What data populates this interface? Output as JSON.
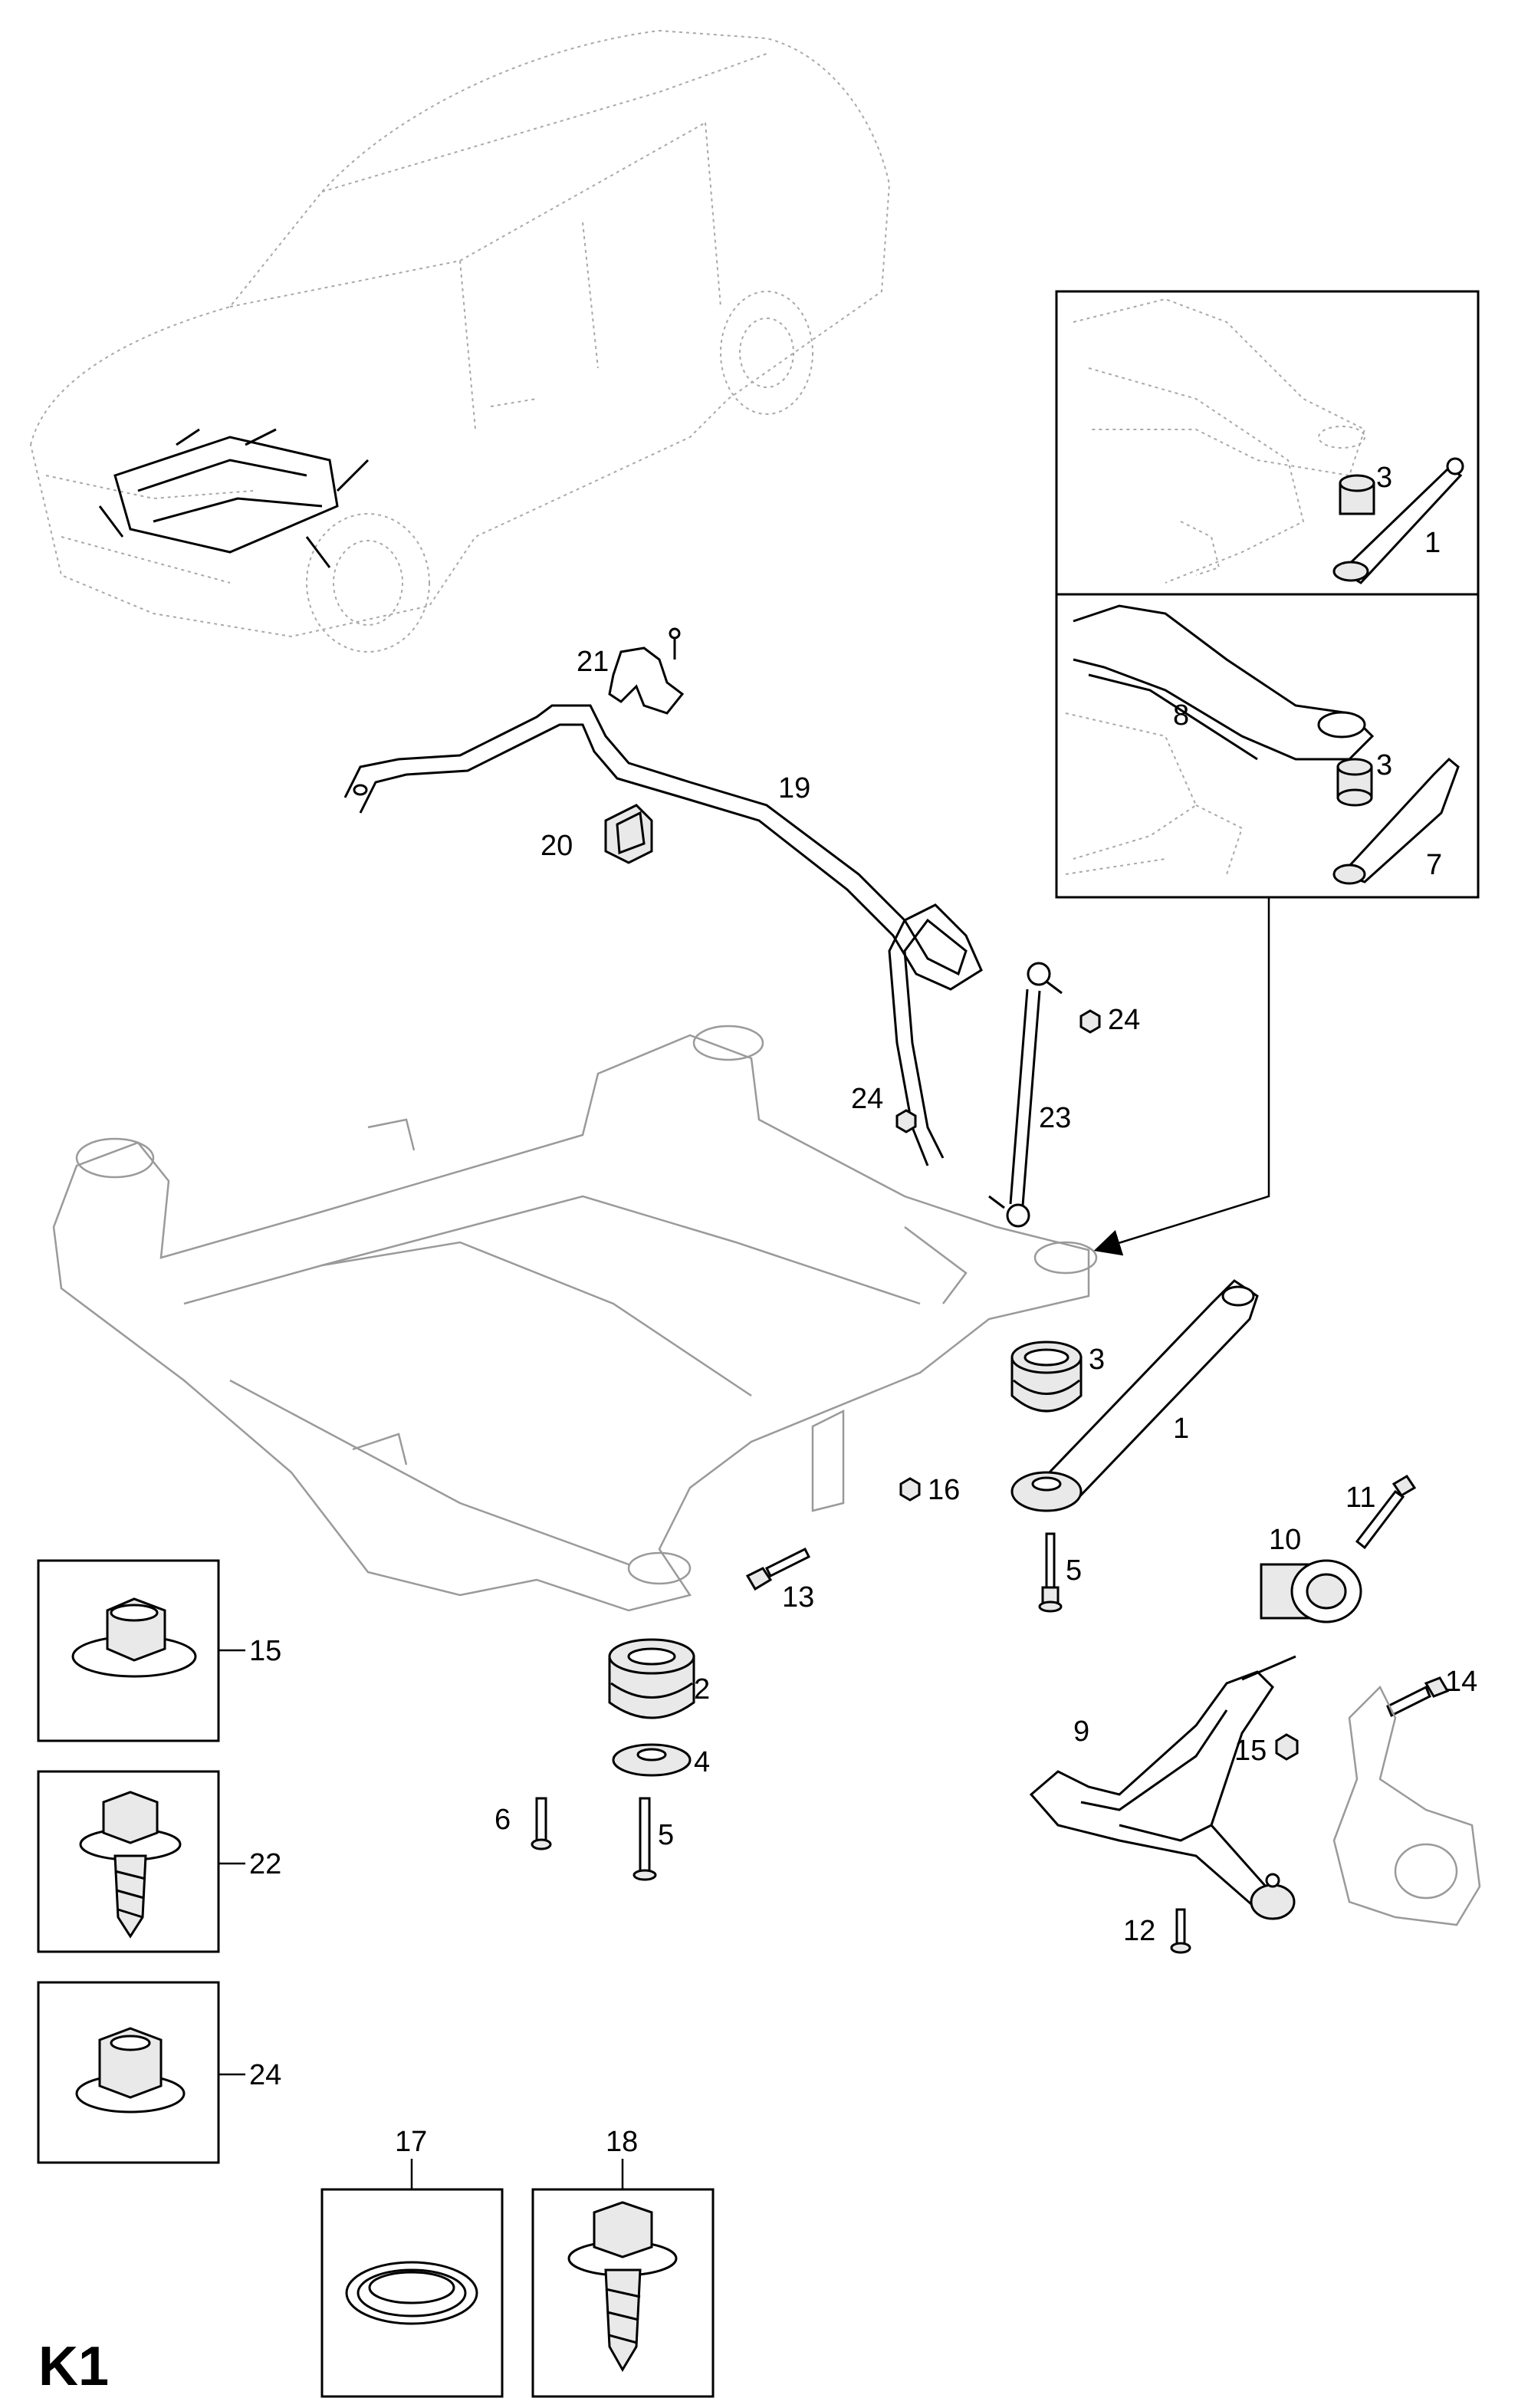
{
  "sheet": {
    "code": "K1"
  },
  "callouts": {
    "c1_inset_top": "1",
    "c3_inset_top": "3",
    "c8_inset_bottom": "8",
    "c3_inset_bottom": "3",
    "c7_inset_bottom": "7",
    "c21": "21",
    "c19": "19",
    "c20": "20",
    "c24_right": "24",
    "c24_left": "24",
    "c23": "23",
    "c3_main": "3",
    "c1_main": "1",
    "c16": "16",
    "c5_upper": "5",
    "c13": "13",
    "c11": "11",
    "c10": "10",
    "c14": "14",
    "c9": "9",
    "c15_main": "15",
    "c2": "2",
    "c4": "4",
    "c6": "6",
    "c5_lower": "5",
    "c12": "12",
    "c15_box": "15",
    "c22_box": "22",
    "c24_box": "24",
    "c17_box": "17",
    "c18_box": "18"
  }
}
